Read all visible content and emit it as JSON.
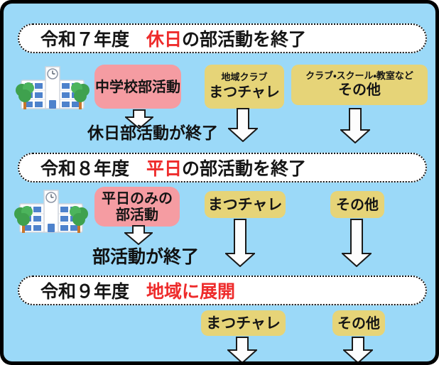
{
  "palette": {
    "background_blue": "#9BD9F8",
    "frame_black": "#000000",
    "banner_white": "#FFFFFF",
    "pink_box": "#F59CA2",
    "yellow_box": "#E6D478",
    "highlight_red": "#EE2B2B",
    "text_black": "#151515",
    "arrow_white": "#FDFDFD"
  },
  "icons": {
    "school": "school-building-icon",
    "arrow": "down-arrow-icon"
  },
  "section_r7": {
    "banner": {
      "year": "令和７年度",
      "highlight": "休日",
      "rest": "の部活動を終了"
    },
    "school_club_box": "中学校部活動",
    "matsu_chare_box": {
      "caption": "地域クラブ",
      "label": "まつチャレ"
    },
    "other_box": {
      "caption": "クラブ・スクール・教室など",
      "label": "その他"
    },
    "result_label": "休日部活動が終了"
  },
  "section_r8": {
    "banner": {
      "year": "令和８年度",
      "highlight": "平日",
      "rest": "の部活動を終了"
    },
    "school_club_box": {
      "line1": "平日のみの",
      "line2": "部活動"
    },
    "matsu_chare_box": "まつチャレ",
    "other_box": "その他",
    "result_label": "部活動が終了"
  },
  "section_r9": {
    "banner": {
      "year": "令和９年度",
      "highlight": "地域に展開",
      "rest": ""
    },
    "matsu_chare_box": "まつチャレ",
    "other_box": "その他"
  }
}
